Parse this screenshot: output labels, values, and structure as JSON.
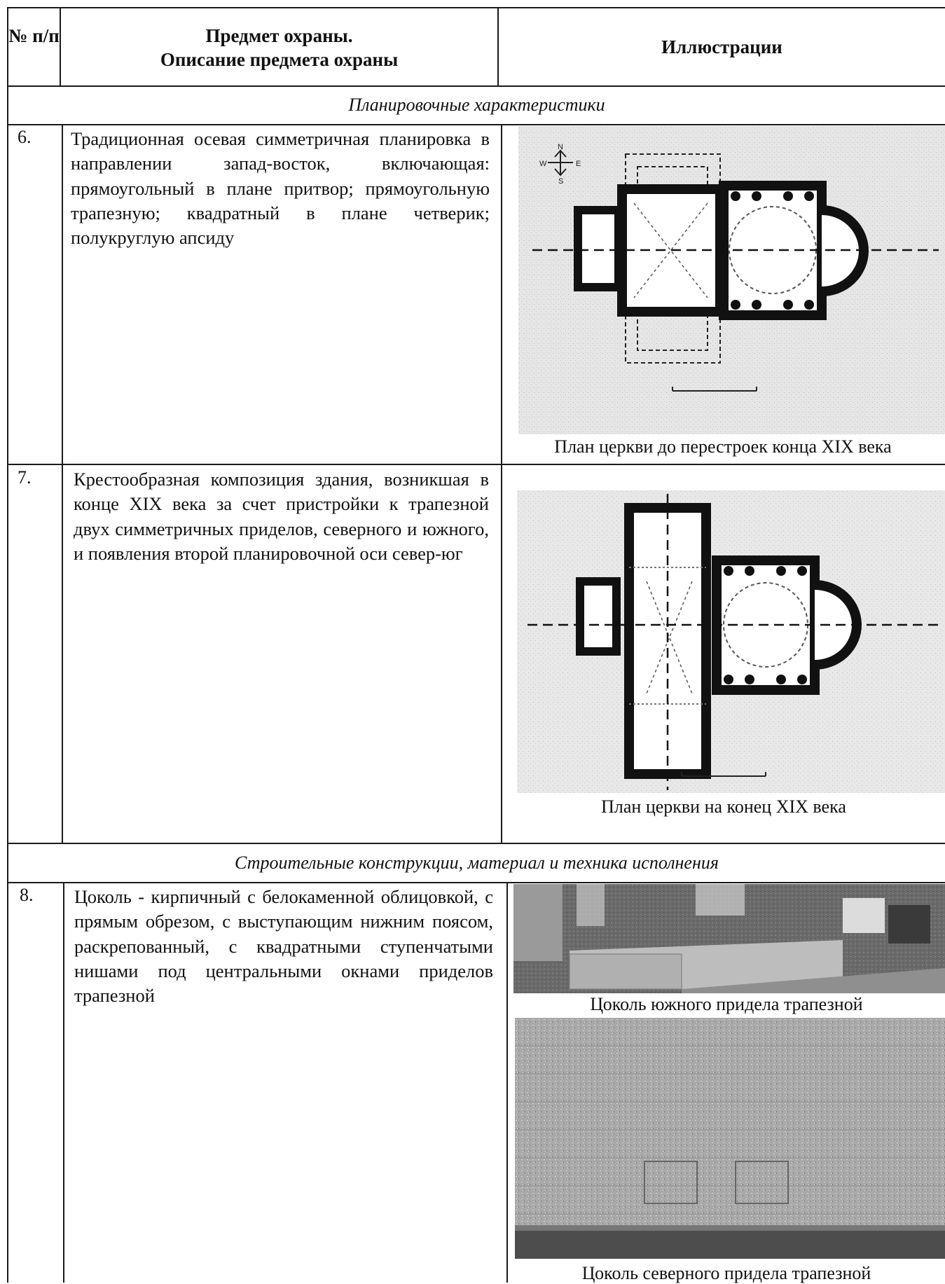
{
  "header": {
    "col_number": "№ п/п",
    "col_subject_line1": "Предмет охраны.",
    "col_subject_line2": "Описание предмета охраны",
    "col_illustrations": "Иллюстрации"
  },
  "sections": [
    {
      "title": "Планировочные характеристики"
    },
    {
      "title": "Строительные конструкции, материал и техника исполнения"
    }
  ],
  "rows": [
    {
      "number": "6.",
      "description": "Традиционная осевая симметричная планировка в направлении запад-восток, включающая: прямоугольный в плане притвор; прямоугольную трапезную; квадратный в плане четверик; полукруглую апсиду",
      "captions": [
        "План церкви до перестроек конца XIX века"
      ],
      "compass": {
        "n": "N",
        "s": "S",
        "w": "W",
        "e": "E"
      }
    },
    {
      "number": "7.",
      "description": "Крестообразная композиция здания, возникшая в конце XIX века за счет пристройки к трапезной двух симметричных приделов, северного и южного, и появления второй планировочной оси север-юг",
      "captions": [
        "План церкви на конец XIX века"
      ]
    },
    {
      "number": "8.",
      "description": "Цоколь - кирпичный с белокаменной облицовкой, с прямым обрезом, с выступающим нижним поясом, раскрепованный, с квадратными ступенчатыми нишами под центральными окнами приделов трапезной",
      "captions": [
        "Цоколь южного придела трапезной",
        "Цоколь северного придела трапезной"
      ]
    }
  ]
}
